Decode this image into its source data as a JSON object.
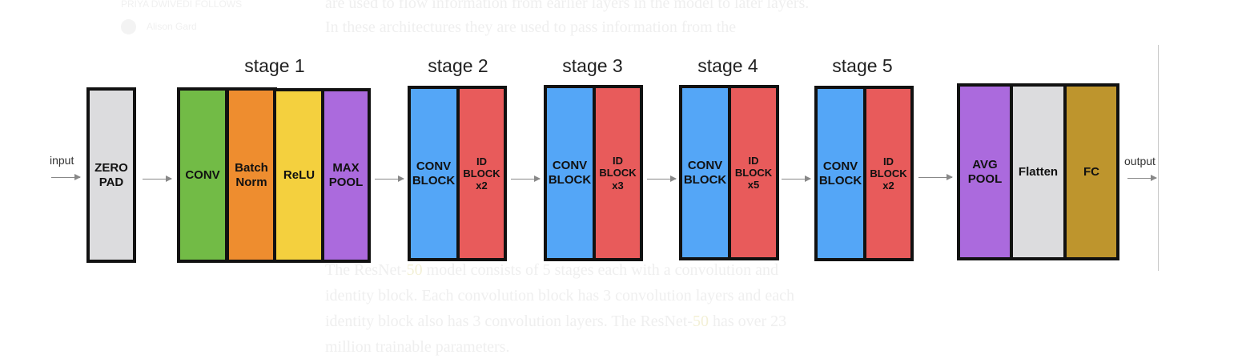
{
  "background": {
    "author_heading": "PRIYA DWIVEDI FOLLOWS",
    "author_name": "Alison Gard",
    "text_top": [
      "are used to flow information from earlier layers in the model to later layers.",
      "In these architectures they are used to pass information from the"
    ],
    "text_bottom": {
      "line1_a": "The ResNet-",
      "line1_hl": "50",
      "line1_b": " model consists of 5 stages each with a convolution and",
      "line2": "identity block. Each convolution block has 3 convolution layers and each",
      "line3_a": "identity block also has 3 convolution layers. The ResNet-",
      "line3_hl": "50",
      "line3_b": " has over 23",
      "line4": "million trainable parameters."
    }
  },
  "diagram": {
    "input_label": "input",
    "output_label": "output",
    "stages": [
      "stage 1",
      "stage 2",
      "stage 3",
      "stage 4",
      "stage 5"
    ],
    "blocks": [
      {
        "id": "zero-pad",
        "label": "ZERO\nPAD",
        "color": "#dcdcde"
      },
      {
        "id": "conv",
        "label": "CONV",
        "color": "#72bb46"
      },
      {
        "id": "batch-norm",
        "label": "Batch\nNorm",
        "color": "#ee8d2f"
      },
      {
        "id": "relu",
        "label": "ReLU",
        "color": "#f4d03e"
      },
      {
        "id": "max-pool",
        "label": "MAX\nPOOL",
        "color": "#ab6add"
      },
      {
        "id": "s2-conv-block",
        "label": "CONV\nBLOCK",
        "color": "#54a6f7"
      },
      {
        "id": "s2-id-block",
        "label": "ID\nBLOCK\nx2",
        "color": "#e85b5b"
      },
      {
        "id": "s3-conv-block",
        "label": "CONV\nBLOCK",
        "color": "#54a6f7"
      },
      {
        "id": "s3-id-block",
        "label": "ID\nBLOCK\nx3",
        "color": "#e85b5b"
      },
      {
        "id": "s4-conv-block",
        "label": "CONV\nBLOCK",
        "color": "#54a6f7"
      },
      {
        "id": "s4-id-block",
        "label": "ID\nBLOCK\nx5",
        "color": "#e85b5b"
      },
      {
        "id": "s5-conv-block",
        "label": "CONV\nBLOCK",
        "color": "#54a6f7"
      },
      {
        "id": "s5-id-block",
        "label": "ID\nBLOCK\nx2",
        "color": "#e85b5b"
      },
      {
        "id": "avg-pool",
        "label": "AVG\nPOOL",
        "color": "#ab6add"
      },
      {
        "id": "flatten",
        "label": "Flatten",
        "color": "#dcdcde"
      },
      {
        "id": "fc",
        "label": "FC",
        "color": "#be952d"
      }
    ]
  }
}
